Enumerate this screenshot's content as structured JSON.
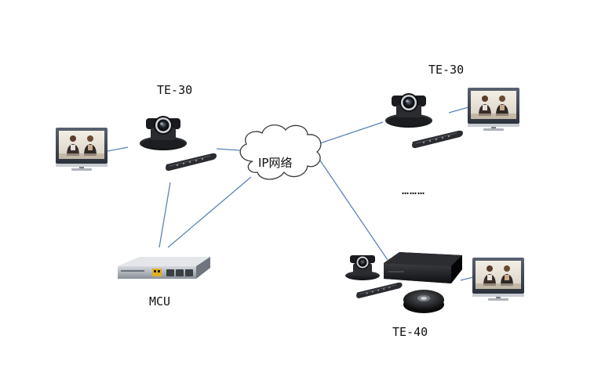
{
  "labels": {
    "te30_left": "TE-30",
    "te30_right": "TE-30",
    "te40": "TE-40",
    "mcu": "MCU",
    "cloud": "IP网络",
    "ellipsis": "………"
  },
  "colors": {
    "link": "#5b84b6",
    "monitor_frame": "#3c4452",
    "device_dark": "#202224",
    "cloud_stroke": "#3a3a3a"
  },
  "icons": [
    "monitor-icon",
    "ptz-camera-icon",
    "remote-control-icon",
    "cloud-icon",
    "mcu-server-icon",
    "codec-box-icon",
    "mic-pod-icon"
  ]
}
